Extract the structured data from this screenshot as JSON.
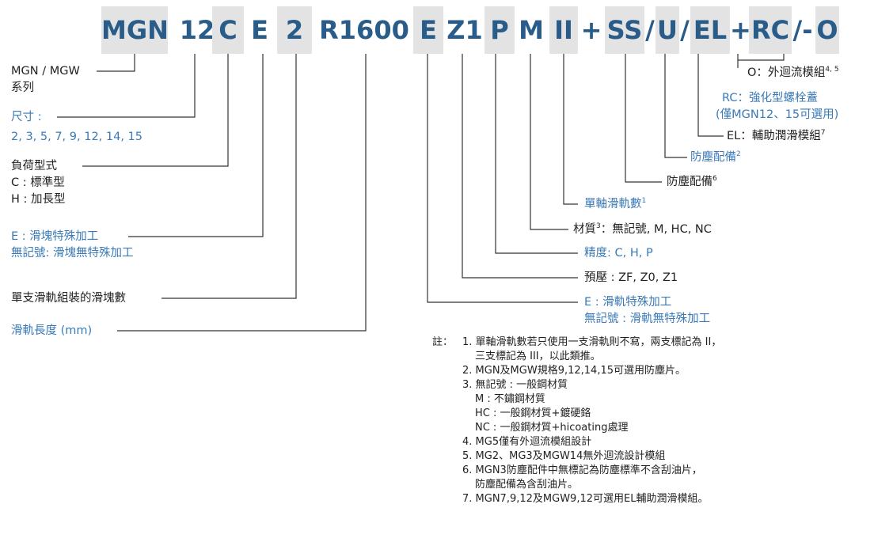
{
  "code_segments": [
    "MGN",
    "12",
    "C",
    "E",
    "2",
    "R1600",
    "E",
    "Z1",
    "P",
    "M",
    "II",
    "+",
    "SS",
    "/",
    "U",
    "/",
    "EL",
    "+",
    "RC",
    "/-",
    "O"
  ],
  "left_labels": {
    "series": {
      "line1": "MGN / MGW",
      "line2": "系列"
    },
    "size": {
      "line1": "尺寸 :",
      "line2": "2, 3, 5, 7, 9, 12, 14, 15"
    },
    "load": {
      "line1": "負荷型式",
      "line2": "C : 標準型",
      "line3": "H : 加長型"
    },
    "block_special": {
      "line1": "E : 滑塊特殊加工",
      "line2": "無記號: 滑塊無特殊加工"
    },
    "block_count": "單支滑軌組裝的滑塊數",
    "rail_length": "滑軌長度 (mm)"
  },
  "right_labels": {
    "o_recirc": {
      "text": "O：外迴流模組",
      "sup": "4, 5"
    },
    "rc": {
      "line1": "RC：強化型螺栓蓋",
      "line2": "(僅MGN12、15可選用)"
    },
    "el": {
      "text": "EL：輔助潤滑模組",
      "sup": "7"
    },
    "u_dust": {
      "text": "防塵配備",
      "sup": "2"
    },
    "ss_dust": {
      "text": "防塵配備",
      "sup": "6"
    },
    "rails": {
      "text": "單軸滑軌數",
      "sup": "1"
    },
    "material": {
      "pre": "材質",
      "sup": "3",
      "post": "：無記號, M, HC, NC"
    },
    "accuracy": "精度: C, H, P",
    "preload": "預壓 : ZF, Z0, Z1",
    "rail_special": {
      "line1": "E : 滑軌特殊加工",
      "line2": "無記號 : 滑軌無特殊加工"
    }
  },
  "notes": {
    "heading": "註：",
    "lines": [
      "1. 單軸滑軌數若只使用一支滑軌則不寫，兩支標記為 II，",
      "三支標記為 III，以此類推。",
      "2. MGN及MGW規格9,12,14,15可選用防塵片。",
      "3. 無記號 : 一般鋼材質",
      "M : 不鏽鋼材質",
      "HC : 一般鋼材質+鍍硬鉻",
      "NC : 一般鋼材質+hicoating處理",
      "4. MG5僅有外迴流模組設計",
      "5. MG2、MG3及MGW14無外迴流設計模組",
      "6. MGN3防塵配件中無標記為防塵標準不含刮油片，",
      "防塵配備為含刮油片。",
      "7. MGN7,9,12及MGW9,12可選用EL輔助潤滑模組。"
    ]
  },
  "colors": {
    "code": "#2a5c8a",
    "blue_label": "#3a7ab8",
    "box": "#e3e3e3",
    "line": "#333333"
  }
}
